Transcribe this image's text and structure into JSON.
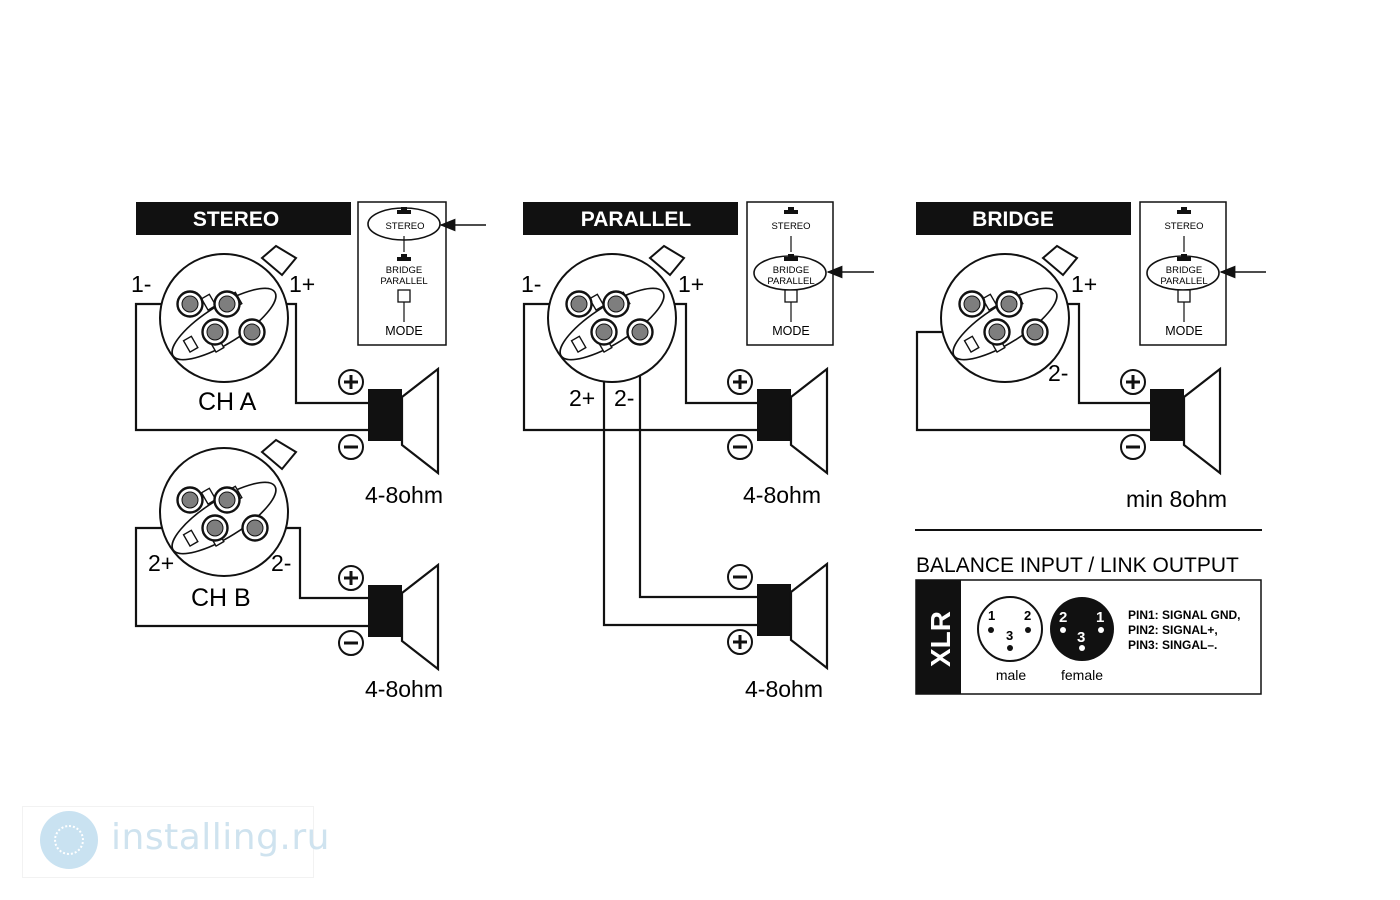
{
  "stereo": {
    "title": "STEREO",
    "ch_a": {
      "label": "CH A",
      "neg": "1-",
      "pos": "1+",
      "impedance": "4-8ohm"
    },
    "ch_b": {
      "label": "CH B",
      "pos": "2+",
      "neg": "2-",
      "impedance": "4-8ohm"
    },
    "mode_panel": {
      "stereo": "STEREO",
      "bridge_line1": "BRIDGE",
      "bridge_line2": "PARALLEL",
      "mode": "MODE",
      "selected": "STEREO"
    }
  },
  "parallel": {
    "title": "PARALLEL",
    "neg1": "1-",
    "pos1": "1+",
    "pos2": "2+",
    "neg2": "2-",
    "impedance_top": "4-8ohm",
    "impedance_bottom": "4-8ohm",
    "mode_panel": {
      "stereo": "STEREO",
      "bridge_line1": "BRIDGE",
      "bridge_line2": "PARALLEL",
      "mode": "MODE",
      "selected": "BRIDGE PARALLEL"
    }
  },
  "bridge": {
    "title": "BRIDGE",
    "pos1": "1+",
    "neg2": "2-",
    "impedance": "min 8ohm",
    "mode_panel": {
      "stereo": "STEREO",
      "bridge_line1": "BRIDGE",
      "bridge_line2": "PARALLEL",
      "mode": "MODE",
      "selected": "BRIDGE PARALLEL"
    }
  },
  "balance": {
    "heading": "BALANCE INPUT / LINK OUTPUT",
    "xlr": "XLR",
    "male_label": "male",
    "female_label": "female",
    "male_pins": [
      "1",
      "2",
      "3"
    ],
    "female_pins": [
      "2",
      "1",
      "3"
    ],
    "pin1_key": "PIN1:",
    "pin1_val": "SIGNAL GND,",
    "pin2_key": "PIN2:",
    "pin2_val": "SIGNAL+,",
    "pin3_key": "PIN3:",
    "pin3_val": "SINGAL–."
  },
  "polarity": {
    "plus": "+",
    "minus": "−"
  },
  "watermark": {
    "text": "installing.ru"
  }
}
